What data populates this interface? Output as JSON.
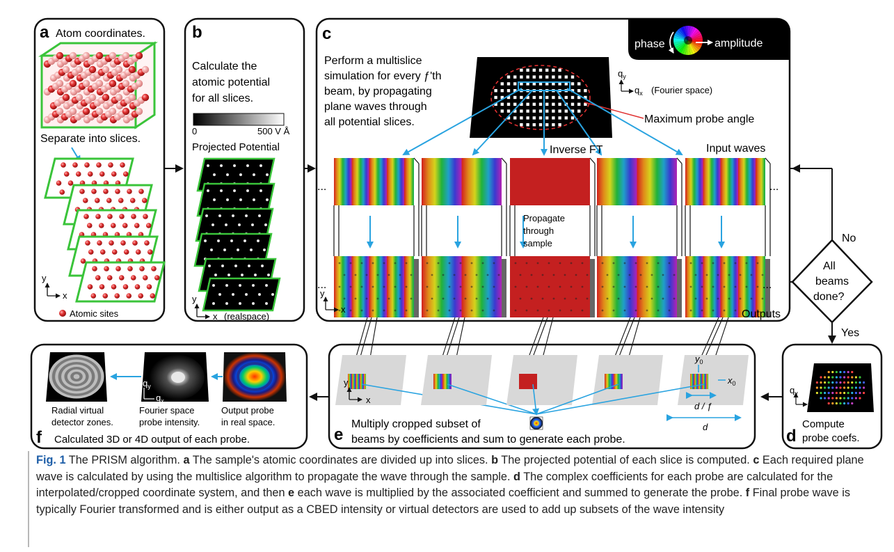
{
  "panel_a": {
    "letter": "a",
    "title": "Atom coordinates.",
    "separate": "Separate into slices.",
    "legend": "Atomic sites",
    "axis_y": "y",
    "axis_x": "x"
  },
  "panel_b": {
    "letter": "b",
    "text_lines": [
      "Calculate the",
      "atomic potential",
      "for all slices."
    ],
    "scale_min": "0",
    "scale_max": "500 V Å",
    "scale_title": "Projected Potential",
    "axis_y": "y",
    "axis_x": "x",
    "axis_note": "(realspace)"
  },
  "panel_c": {
    "letter": "c",
    "text_lines": [
      "Perform a multislice",
      "simulation for every ƒ'th",
      "beam, by propagating",
      "plane waves through",
      "all potential slices."
    ],
    "phase": "phase",
    "amplitude": "amplitude",
    "qy": "q",
    "qy_sub": "y",
    "qx": "q",
    "qx_sub": "x",
    "fourier_note": "(Fourier space)",
    "max_angle": "Maximum probe angle",
    "inverse_ft": "Inverse FT",
    "input_waves": "Input waves",
    "propagate_lines": [
      "Propagate",
      "through",
      "sample"
    ],
    "outputs": "Outputs",
    "ellipsis": "...",
    "axis_y": "y",
    "axis_x": "x"
  },
  "decision": {
    "no": "No",
    "yes": "Yes",
    "lines": [
      "All",
      "beams",
      "done?"
    ]
  },
  "panel_d": {
    "letter": "d",
    "text_lines": [
      "Compute",
      "probe coefs."
    ],
    "qy": "q",
    "qy_sub": "y",
    "qx": "q",
    "qx_sub": "x"
  },
  "panel_e": {
    "letter": "e",
    "text_lines": [
      "Multiply cropped subset of",
      "beams by coefficients and sum to generate each probe."
    ],
    "y0": "y",
    "y0_sub": "0",
    "x0": "x",
    "x0_sub": "0",
    "d_over_f": "d / ƒ",
    "d": "d",
    "axis_y": "y",
    "axis_x": "x"
  },
  "panel_f": {
    "letter": "f",
    "bottom": "Calculated 3D or 4D output of each probe.",
    "radial": [
      "Radial virtual",
      "detector zones."
    ],
    "fourier": [
      "Fourier space",
      "probe intensity."
    ],
    "output": [
      "Output probe",
      "in real space."
    ],
    "qy": "q",
    "qy_sub": "y",
    "qx": "q",
    "qx_sub": "x"
  },
  "caption": {
    "fig": "Fig. 1",
    "title": "The PRISM algorithm.",
    "a": "a",
    "a_text": "The sample's atomic coordinates are divided up into slices.",
    "b": "b",
    "b_text": "The projected potential of each slice is computed.",
    "c": "c",
    "c_text": "Each required plane wave is calculated by using the multislice algorithm to propagate the wave through the sample.",
    "d": "d",
    "d_text": "The complex coefficients for each probe are calculated for the interpolated/cropped coordinate system, and then",
    "e": "e",
    "e_text": "each wave is multiplied by the associated coefficient and summed to generate the probe.",
    "f": "f",
    "f_text": "Final probe wave is typically Fourier transformed and is either output as a CBED intensity or virtual detectors are used to add up subsets of the wave intensity"
  },
  "colors": {
    "frame": "#111111",
    "arrow_blue": "#29a3e0",
    "slice_green": "#33cc33",
    "atom_red": "#dd2222",
    "cutoff_red": "#e03030",
    "caption_blue": "#1f5fa8"
  }
}
